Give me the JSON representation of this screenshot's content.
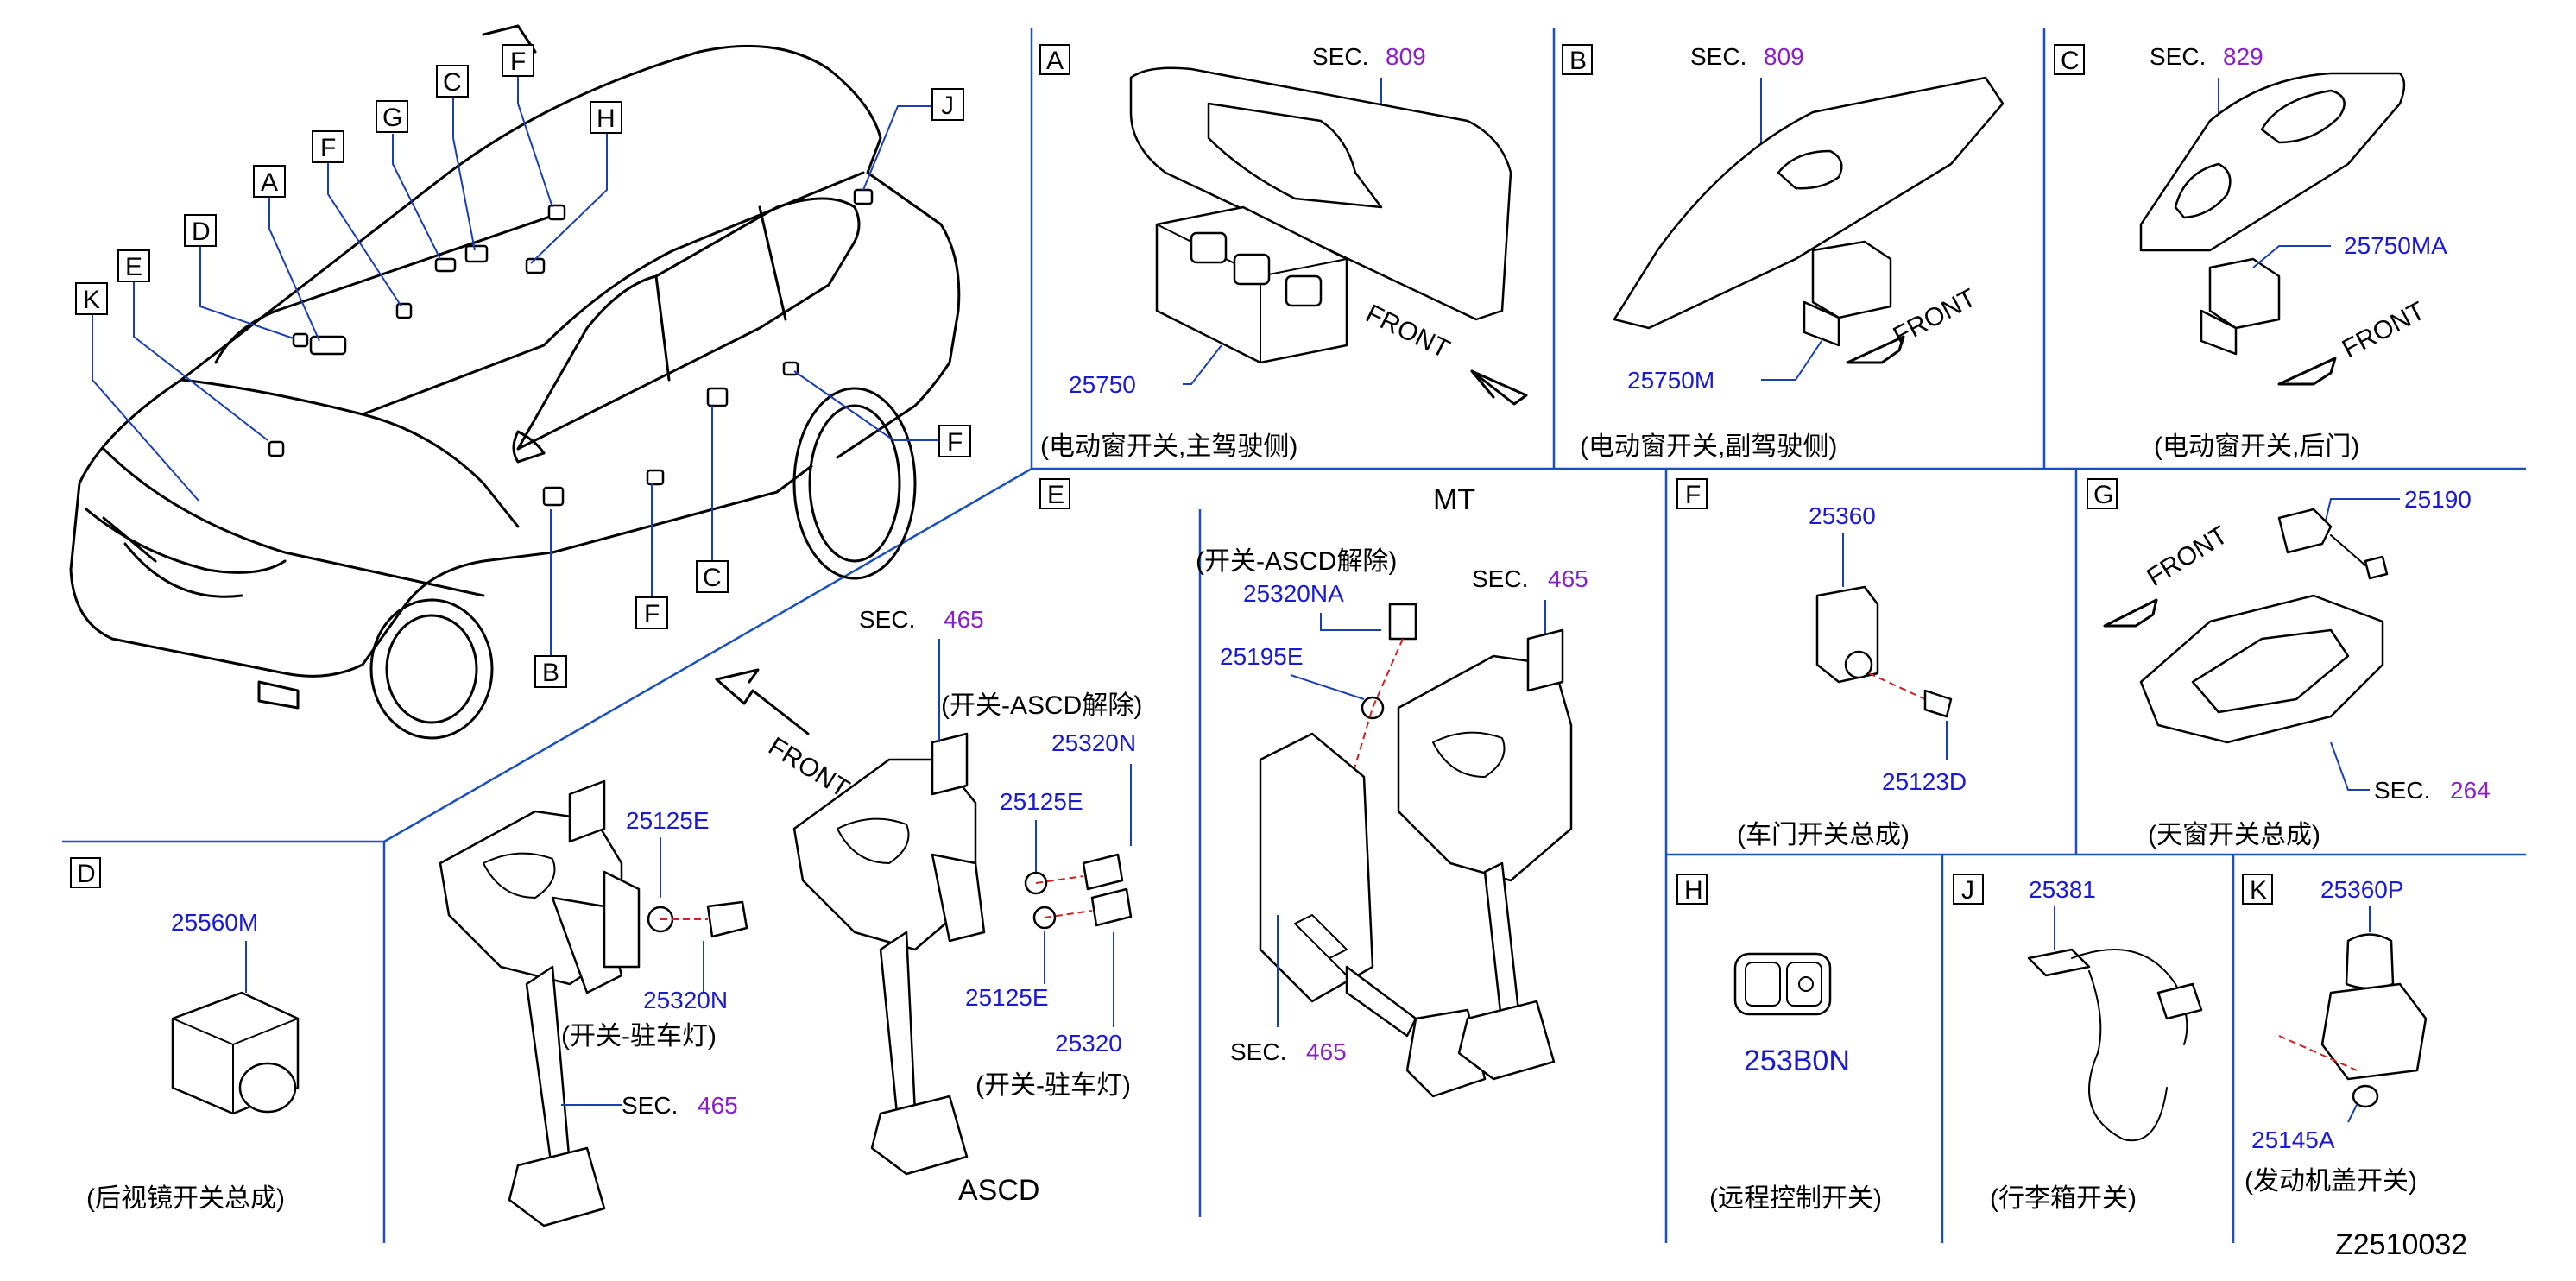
{
  "diagram_id": "Z2510032",
  "section_letters": [
    "A",
    "B",
    "C",
    "D",
    "E",
    "F",
    "G",
    "H",
    "J",
    "K"
  ],
  "car_callouts": {
    "a": "A",
    "b": "B",
    "c1": "C",
    "c2": "C",
    "d": "D",
    "e": "E",
    "f1": "F",
    "f2": "F",
    "f3": "F",
    "f4": "F",
    "g": "G",
    "h": "H",
    "j": "J",
    "k": "K"
  },
  "sec_label": "SEC.",
  "front_label": "FRONT",
  "panels": {
    "A": {
      "sec": "809",
      "part": "25750",
      "caption": "(电动窗开关,主驾驶侧)"
    },
    "B": {
      "sec": "809",
      "part": "25750M",
      "caption": "(电动窗开关,副驾驶侧)"
    },
    "C": {
      "sec": "829",
      "part": "25750MA",
      "caption": "(电动窗开关,后门)"
    },
    "D": {
      "part": "25560M",
      "caption": "(后视镜开关总成)"
    },
    "E": {
      "left": {
        "sec": "465",
        "part_top": "25125E",
        "part_bottom": "25320N",
        "caption": "(开关-驻车灯)"
      },
      "ascd": {
        "sec": "465",
        "caption_top": "(开关-ASCD解除)",
        "p1": "25125E",
        "p2": "25320N",
        "p3": "25125E",
        "p4": "25320",
        "caption_bottom": "(开关-驻车灯)",
        "title": "ASCD"
      },
      "mt": {
        "title": "MT",
        "caption_top": "(开关-ASCD解除)",
        "p1": "25320NA",
        "p2": "25195E",
        "sec_top": "465",
        "sec_bottom": "465"
      }
    },
    "F": {
      "p1": "25360",
      "p2": "25123D",
      "caption": "(车门开关总成)"
    },
    "G": {
      "part": "25190",
      "sec": "264",
      "caption": "(天窗开关总成)"
    },
    "H": {
      "part": "253B0N",
      "caption": "(远程控制开关)"
    },
    "J": {
      "part": "25381",
      "caption": "(行李箱开关)"
    },
    "K": {
      "p1": "25360P",
      "p2": "25145A",
      "caption": "(发动机盖开关)"
    }
  }
}
